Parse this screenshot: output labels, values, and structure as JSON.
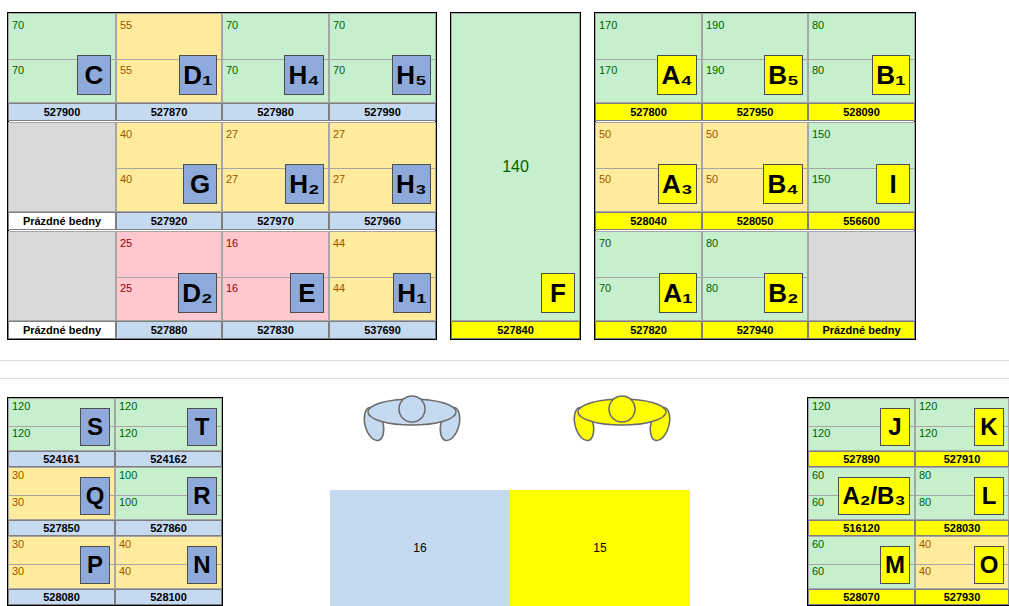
{
  "diagram": {
    "nodes": [
      {
        "text": [
          "70",
          "70"
        ]
      },
      {
        "text": [
          "C"
        ],
        "in": 0
      },
      {
        "text": [
          "527900"
        ]
      },
      {
        "text": [
          "55",
          "55"
        ]
      },
      {
        "text": [
          "D₁"
        ],
        "in": 3
      },
      {
        "text": [
          "527870"
        ]
      },
      {
        "text": [
          "70",
          "70"
        ]
      },
      {
        "text": [
          "H₄"
        ],
        "in": 6
      },
      {
        "text": [
          "527980"
        ]
      },
      {
        "text": [
          "70",
          "70"
        ]
      },
      {
        "text": [
          "H₅"
        ],
        "in": 9
      },
      {
        "text": [
          "527990"
        ]
      },
      {
        "text": [
          "Prázdné bedny"
        ]
      },
      {
        "text": [
          "40",
          "40"
        ]
      },
      {
        "text": [
          "G"
        ],
        "in": 13
      },
      {
        "text": [
          "527920"
        ]
      },
      {
        "text": [
          "27",
          "27"
        ]
      },
      {
        "text": [
          "H₂"
        ],
        "in": 16
      },
      {
        "text": [
          "527970"
        ]
      },
      {
        "text": [
          "27",
          "27"
        ]
      },
      {
        "text": [
          "H₃"
        ],
        "in": 19
      },
      {
        "text": [
          "527960"
        ]
      },
      {
        "text": [
          "Prázdné bedny"
        ]
      },
      {
        "text": [
          "25",
          "25"
        ]
      },
      {
        "text": [
          "D₂"
        ],
        "in": 23
      },
      {
        "text": [
          "527880"
        ]
      },
      {
        "text": [
          "16",
          "16"
        ]
      },
      {
        "text": [
          "E"
        ],
        "in": 26
      },
      {
        "text": [
          "527830"
        ]
      },
      {
        "text": [
          "44",
          "44"
        ]
      },
      {
        "text": [
          "H₁"
        ],
        "in": 29
      },
      {
        "text": [
          "537690"
        ]
      },
      {
        "text": [
          "140"
        ]
      },
      {
        "text": [
          "F"
        ],
        "in": 32
      },
      {
        "text": [
          "527840"
        ]
      },
      {
        "text": [
          "170",
          "170"
        ]
      },
      {
        "text": [
          "A₄"
        ],
        "in": 35
      },
      {
        "text": [
          "527800"
        ]
      },
      {
        "text": [
          "190",
          "190"
        ]
      },
      {
        "text": [
          "B₅"
        ],
        "in": 38
      },
      {
        "text": [
          "527950"
        ]
      },
      {
        "text": [
          "80",
          "80"
        ]
      },
      {
        "text": [
          "B₁"
        ],
        "in": 41
      },
      {
        "text": [
          "528090"
        ]
      },
      {
        "text": [
          "50",
          "50"
        ]
      },
      {
        "text": [
          "A₃"
        ],
        "in": 44
      },
      {
        "text": [
          "528040"
        ]
      },
      {
        "text": [
          "50",
          "50"
        ]
      },
      {
        "text": [
          "B₄"
        ],
        "in": 47
      },
      {
        "text": [
          "528050"
        ]
      },
      {
        "text": [
          "150",
          "150"
        ]
      },
      {
        "text": [
          "I"
        ],
        "in": 50
      },
      {
        "text": [
          "556600"
        ]
      },
      {
        "text": [
          "70",
          "70"
        ]
      },
      {
        "text": [
          "A₁"
        ],
        "in": 53
      },
      {
        "text": [
          "527820"
        ]
      },
      {
        "text": [
          "80",
          "80"
        ]
      },
      {
        "text": [
          "B₂"
        ],
        "in": 56
      },
      {
        "text": [
          "527940"
        ]
      },
      {
        "text": [
          "Prázdné bedny"
        ]
      },
      {
        "text": [
          "120",
          "120"
        ]
      },
      {
        "text": [
          "S"
        ],
        "in": 60
      },
      {
        "text": [
          "524161"
        ]
      },
      {
        "text": [
          "120",
          "120"
        ]
      },
      {
        "text": [
          "T"
        ],
        "in": 63
      },
      {
        "text": [
          "524162"
        ]
      },
      {
        "text": [
          "30",
          "30"
        ]
      },
      {
        "text": [
          "Q"
        ],
        "in": 66
      },
      {
        "text": [
          "527850"
        ]
      },
      {
        "text": [
          "100",
          "100"
        ]
      },
      {
        "text": [
          "R"
        ],
        "in": 69
      },
      {
        "text": [
          "527860"
        ]
      },
      {
        "text": [
          "30",
          "30"
        ]
      },
      {
        "text": [
          "P"
        ],
        "in": 72
      },
      {
        "text": [
          "528080"
        ]
      },
      {
        "text": [
          "40",
          "40"
        ]
      },
      {
        "text": [
          "N"
        ],
        "in": 75
      },
      {
        "text": [
          "528100"
        ]
      },
      {
        "text": [
          "16"
        ]
      },
      {
        "text": [
          "15"
        ]
      },
      {
        "text": [
          "120",
          "120"
        ]
      },
      {
        "text": [
          "J"
        ],
        "in": 80
      },
      {
        "text": [
          "527890"
        ]
      },
      {
        "text": [
          "120",
          "120"
        ]
      },
      {
        "text": [
          "K"
        ],
        "in": 83
      },
      {
        "text": [
          "527910"
        ]
      },
      {
        "text": [
          "60",
          "60"
        ]
      },
      {
        "text": [
          "A₂/B₃"
        ],
        "in": 86
      },
      {
        "text": [
          "516120"
        ]
      },
      {
        "text": [
          "80",
          "80"
        ]
      },
      {
        "text": [
          "L"
        ],
        "in": 89
      },
      {
        "text": [
          "528030"
        ]
      },
      {
        "text": [
          "60",
          "60"
        ]
      },
      {
        "text": [
          "M"
        ],
        "in": 92
      },
      {
        "text": [
          "528070"
        ]
      },
      {
        "text": [
          "40",
          "40"
        ]
      },
      {
        "text": [
          "O"
        ],
        "in": 95
      },
      {
        "text": [
          "527930"
        ]
      }
    ]
  }
}
